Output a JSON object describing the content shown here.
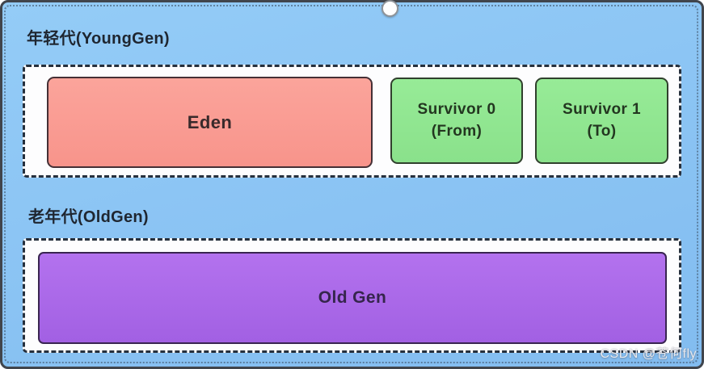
{
  "young_section": {
    "label": "年轻代(YoungGen)"
  },
  "old_section": {
    "label": "老年代(OldGen)"
  },
  "boxes": {
    "eden": {
      "label": "Eden",
      "fill": "#f99b92"
    },
    "survivor0": {
      "label": "Survivor 0\n(From)",
      "fill": "#8fe78f"
    },
    "survivor1": {
      "label": "Survivor 1\n(To)",
      "fill": "#8fe78f"
    },
    "oldgen": {
      "label": "Old Gen",
      "fill": "#aa68ea"
    }
  },
  "colors": {
    "panel_background": "#8cc5f3",
    "panel_border": "#41454c",
    "dashed_border": "#26303d",
    "container_background": "#fdfdfe",
    "eden_fill": "#f99b92",
    "survivor_fill": "#8fe78f",
    "oldgen_fill": "#aa68ea"
  },
  "watermark": "CSDN @苍何fly"
}
